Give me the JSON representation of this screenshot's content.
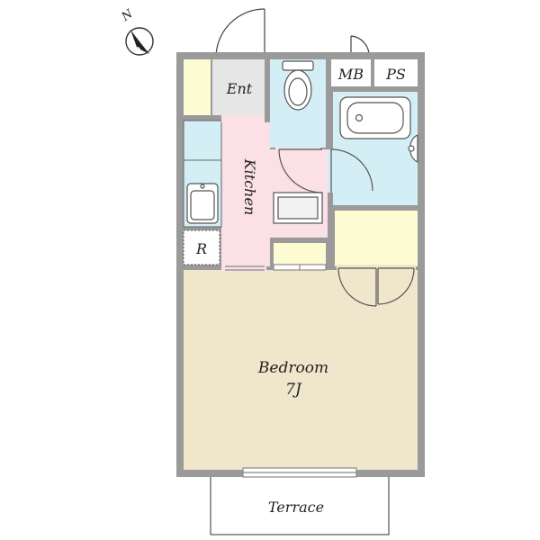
{
  "compass": {
    "letter": "N",
    "icon": "north-arrow-icon"
  },
  "rooms": {
    "entrance": "Ent",
    "meter_box": "MB",
    "pipe_space": "PS",
    "kitchen": "Kitchen",
    "refrigerator": "R",
    "bedroom": "Bedroom",
    "bedroom_size": "7J",
    "terrace": "Terrace"
  },
  "colors": {
    "wall": "#9a9a9a",
    "entrance_floor": "#e6e6e6",
    "storage": "#fdfbd2",
    "wet_area": "#d4eef6",
    "kitchen_floor": "#fbe0e6",
    "bedroom_floor": "#f0e6cc",
    "outline": "#555555"
  }
}
